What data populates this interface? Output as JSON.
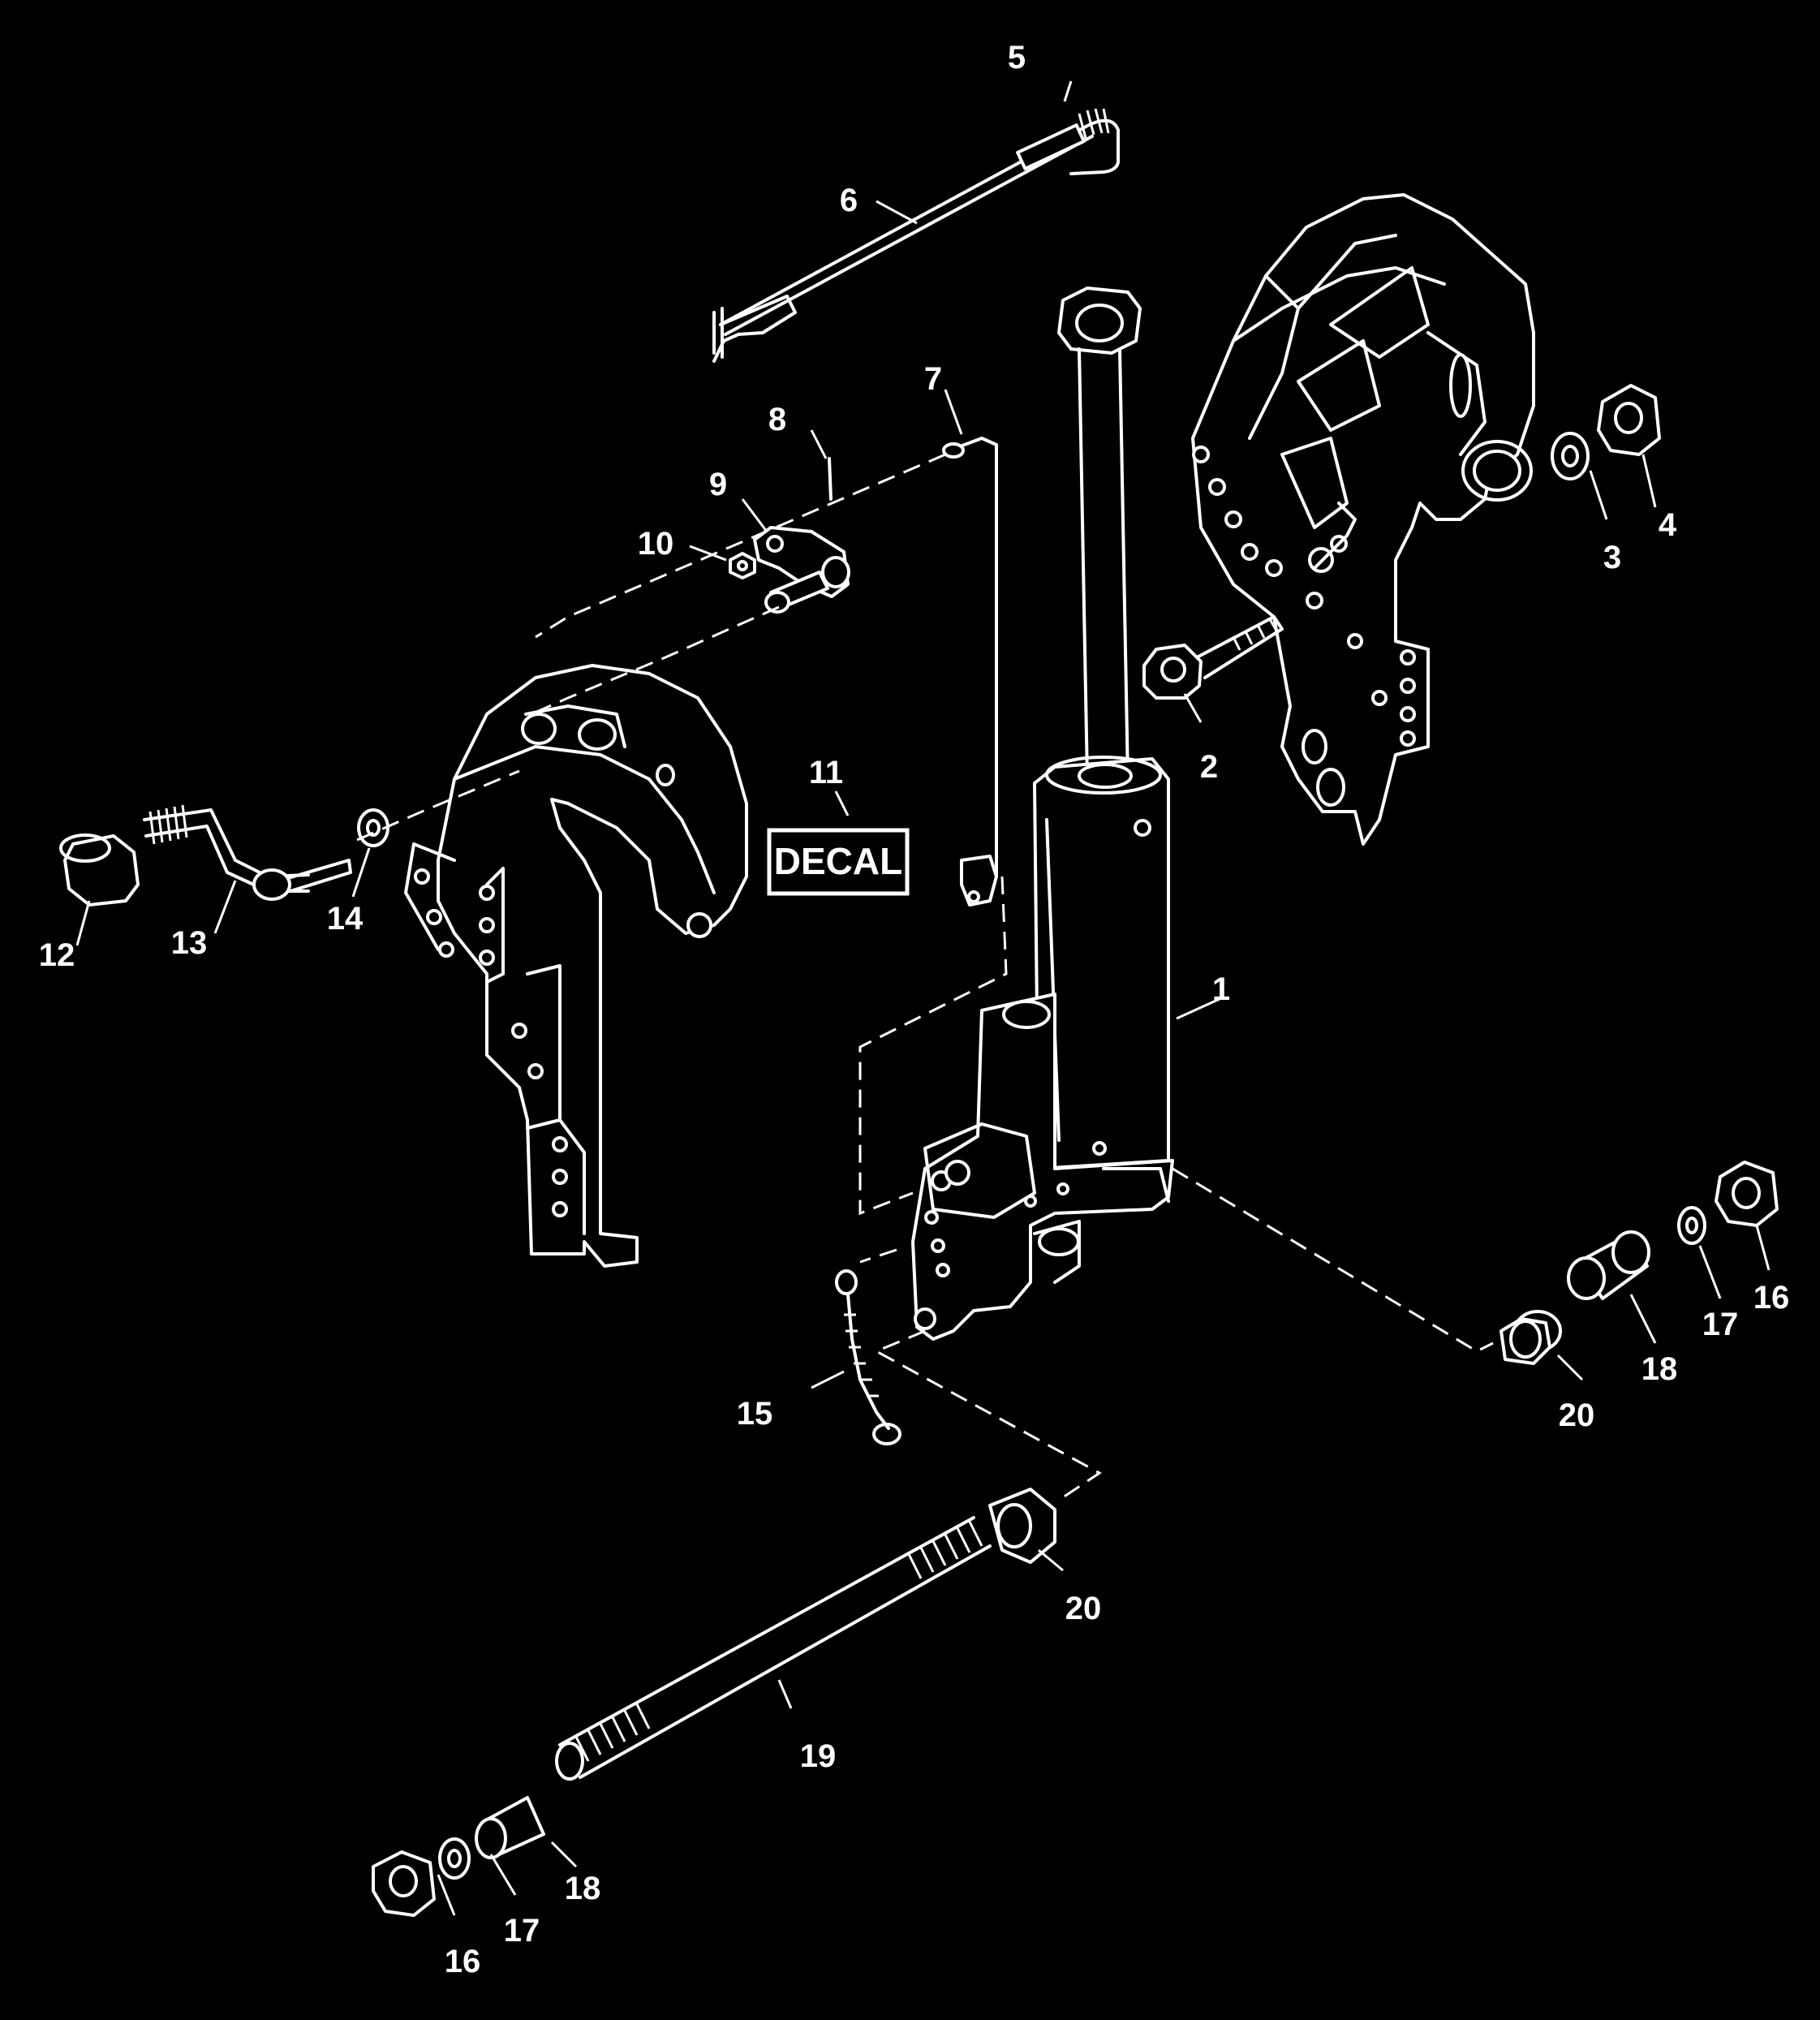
{
  "callouts": [
    {
      "id": "c1",
      "label": "1"
    },
    {
      "id": "c2",
      "label": "2"
    },
    {
      "id": "c3",
      "label": "3"
    },
    {
      "id": "c4",
      "label": "4"
    },
    {
      "id": "c5",
      "label": "5"
    },
    {
      "id": "c6",
      "label": "6"
    },
    {
      "id": "c7",
      "label": "7"
    },
    {
      "id": "c8",
      "label": "8"
    },
    {
      "id": "c9",
      "label": "9"
    },
    {
      "id": "c10",
      "label": "10"
    },
    {
      "id": "c11",
      "label": "11"
    },
    {
      "id": "c12",
      "label": "12"
    },
    {
      "id": "c13",
      "label": "13"
    },
    {
      "id": "c14",
      "label": "14"
    },
    {
      "id": "c15",
      "label": "15"
    },
    {
      "id": "c16a",
      "label": "16"
    },
    {
      "id": "c17a",
      "label": "17"
    },
    {
      "id": "c18a",
      "label": "18"
    },
    {
      "id": "c20a",
      "label": "20"
    },
    {
      "id": "c20b",
      "label": "20"
    },
    {
      "id": "c19",
      "label": "19"
    },
    {
      "id": "c18b",
      "label": "18"
    },
    {
      "id": "c17b",
      "label": "17"
    },
    {
      "id": "c16b",
      "label": "16"
    }
  ],
  "decal": {
    "label": "DECAL"
  },
  "colors": {
    "background": "#000000",
    "line": "#ffffff"
  }
}
